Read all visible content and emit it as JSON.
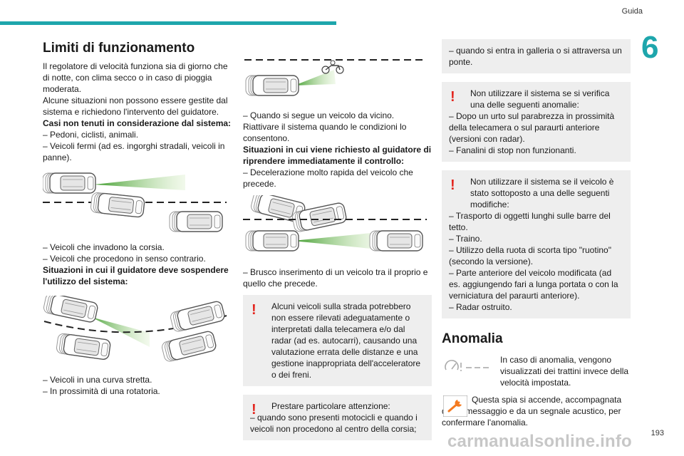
{
  "header": {
    "title": "Guida",
    "chapter": "6"
  },
  "col1": {
    "title": "Limiti di funzionamento",
    "intro1": "Il regolatore di velocità funziona sia di giorno che di notte, con clima secco o in caso di pioggia moderata.",
    "intro2": "Alcune situazioni non possono essere gestite dal sistema e richiedono l'intervento del guidatore.",
    "not_considered_title": "Casi non tenuti in considerazione dal sistema:",
    "list1": [
      "– Pedoni, ciclisti, animali.",
      "– Veicoli fermi (ad es. ingorghi stradali, veicoli in panne)."
    ],
    "list2": [
      "– Veicoli che invadono la corsia.",
      "– Veicoli che procedono in senso contrario."
    ],
    "suspend_title": "Situazioni in cui il guidatore deve sospendere l'utilizzo del sistema:",
    "list3": [
      "– Veicoli in una curva stretta.",
      "– In prossimità di una rotatoria."
    ]
  },
  "col2": {
    "list1": [
      "– Quando si segue un veicolo da vicino.",
      "Riattivare il sistema quando le condizioni lo consentono."
    ],
    "resume_title": "Situazioni in cui viene richiesto al guidatore di riprendere immediatamente il controllo:",
    "list2": [
      "– Decelerazione molto rapida del veicolo che precede."
    ],
    "list3": [
      "– Brusco inserimento di un veicolo tra il proprio e quello che precede."
    ],
    "warn1": "Alcuni veicoli sulla strada potrebbero non essere rilevati adeguatamente o interpretati dalla telecamera e/o dal radar (ad es. autocarri), causando una valutazione errata delle distanze e una gestione inappropriata dell'acceleratore o dei freni.",
    "warn2_a": "Prestare particolare attenzione:",
    "warn2_b": "– quando sono presenti motocicli e quando i veicoli non procedono al centro della corsia;"
  },
  "col3": {
    "box1": "– quando si entra in galleria o si attraversa un ponte.",
    "warn3_a": "Non utilizzare il sistema se si verifica una delle seguenti anomalie:",
    "warn3_list": [
      "– Dopo un urto sul parabrezza in prossimità della telecamera o sul paraurti anteriore (versioni con radar).",
      "– Fanalini di stop non funzionanti."
    ],
    "warn4_a": "Non utilizzare il sistema se il veicolo è stato sottoposto a una delle seguenti modifiche:",
    "warn4_list": [
      "– Trasporto di oggetti lunghi sulle barre del tetto.",
      "– Traino.",
      "– Utilizzo della ruota di scorta tipo \"ruotino\" (secondo la versione).",
      "– Parte anteriore del veicolo modificata (ad es. aggiungendo fari a lunga portata o con la verniciatura del paraurti anteriore).",
      "– Radar ostruito."
    ],
    "anomaly_title": "Anomalia",
    "anomaly1": "In caso di anomalia, vengono visualizzati dei trattini invece della velocità impostata.",
    "anomaly2": "Questa spia si accende, accompagnata da un messaggio e da un segnale acustico, per confermare l'anomalia."
  },
  "footer": {
    "page_number": "193",
    "watermark": "carmanualsonline.info"
  },
  "colors": {
    "accent": "#1ea6ac",
    "warning": "#e3261f",
    "box": "#eeeeee",
    "beam": "#7cc242",
    "indicator": "#f47a20"
  }
}
